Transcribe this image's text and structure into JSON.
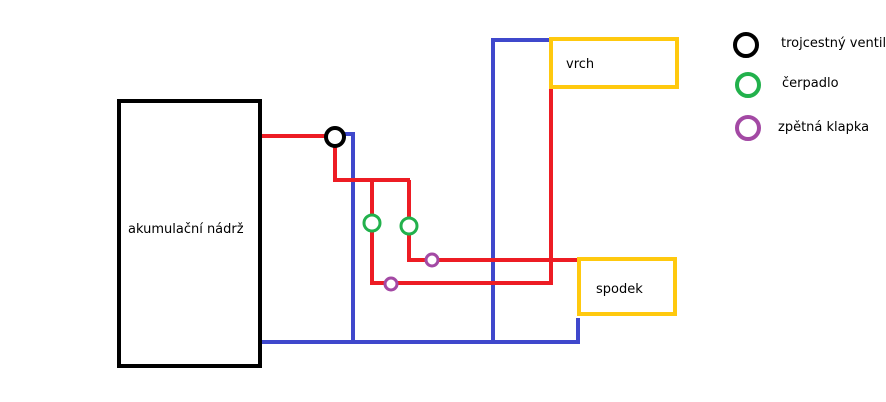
{
  "labels": {
    "tank": "akumulační nádrž",
    "top_tank": "vrch",
    "bottom_tank": "spodek"
  },
  "legend": [
    {
      "label": "trojcestný ventil",
      "color": "#000000"
    },
    {
      "label": "čerpadlo",
      "color": "#22b14c"
    },
    {
      "label": "zpětná klapka",
      "color": "#a349a4"
    }
  ],
  "colors": {
    "hot_pipe": "#ed1c24",
    "return_pipe": "#3f48cc",
    "tank_outline": "#000000",
    "storage_outline": "#ffc90e"
  }
}
